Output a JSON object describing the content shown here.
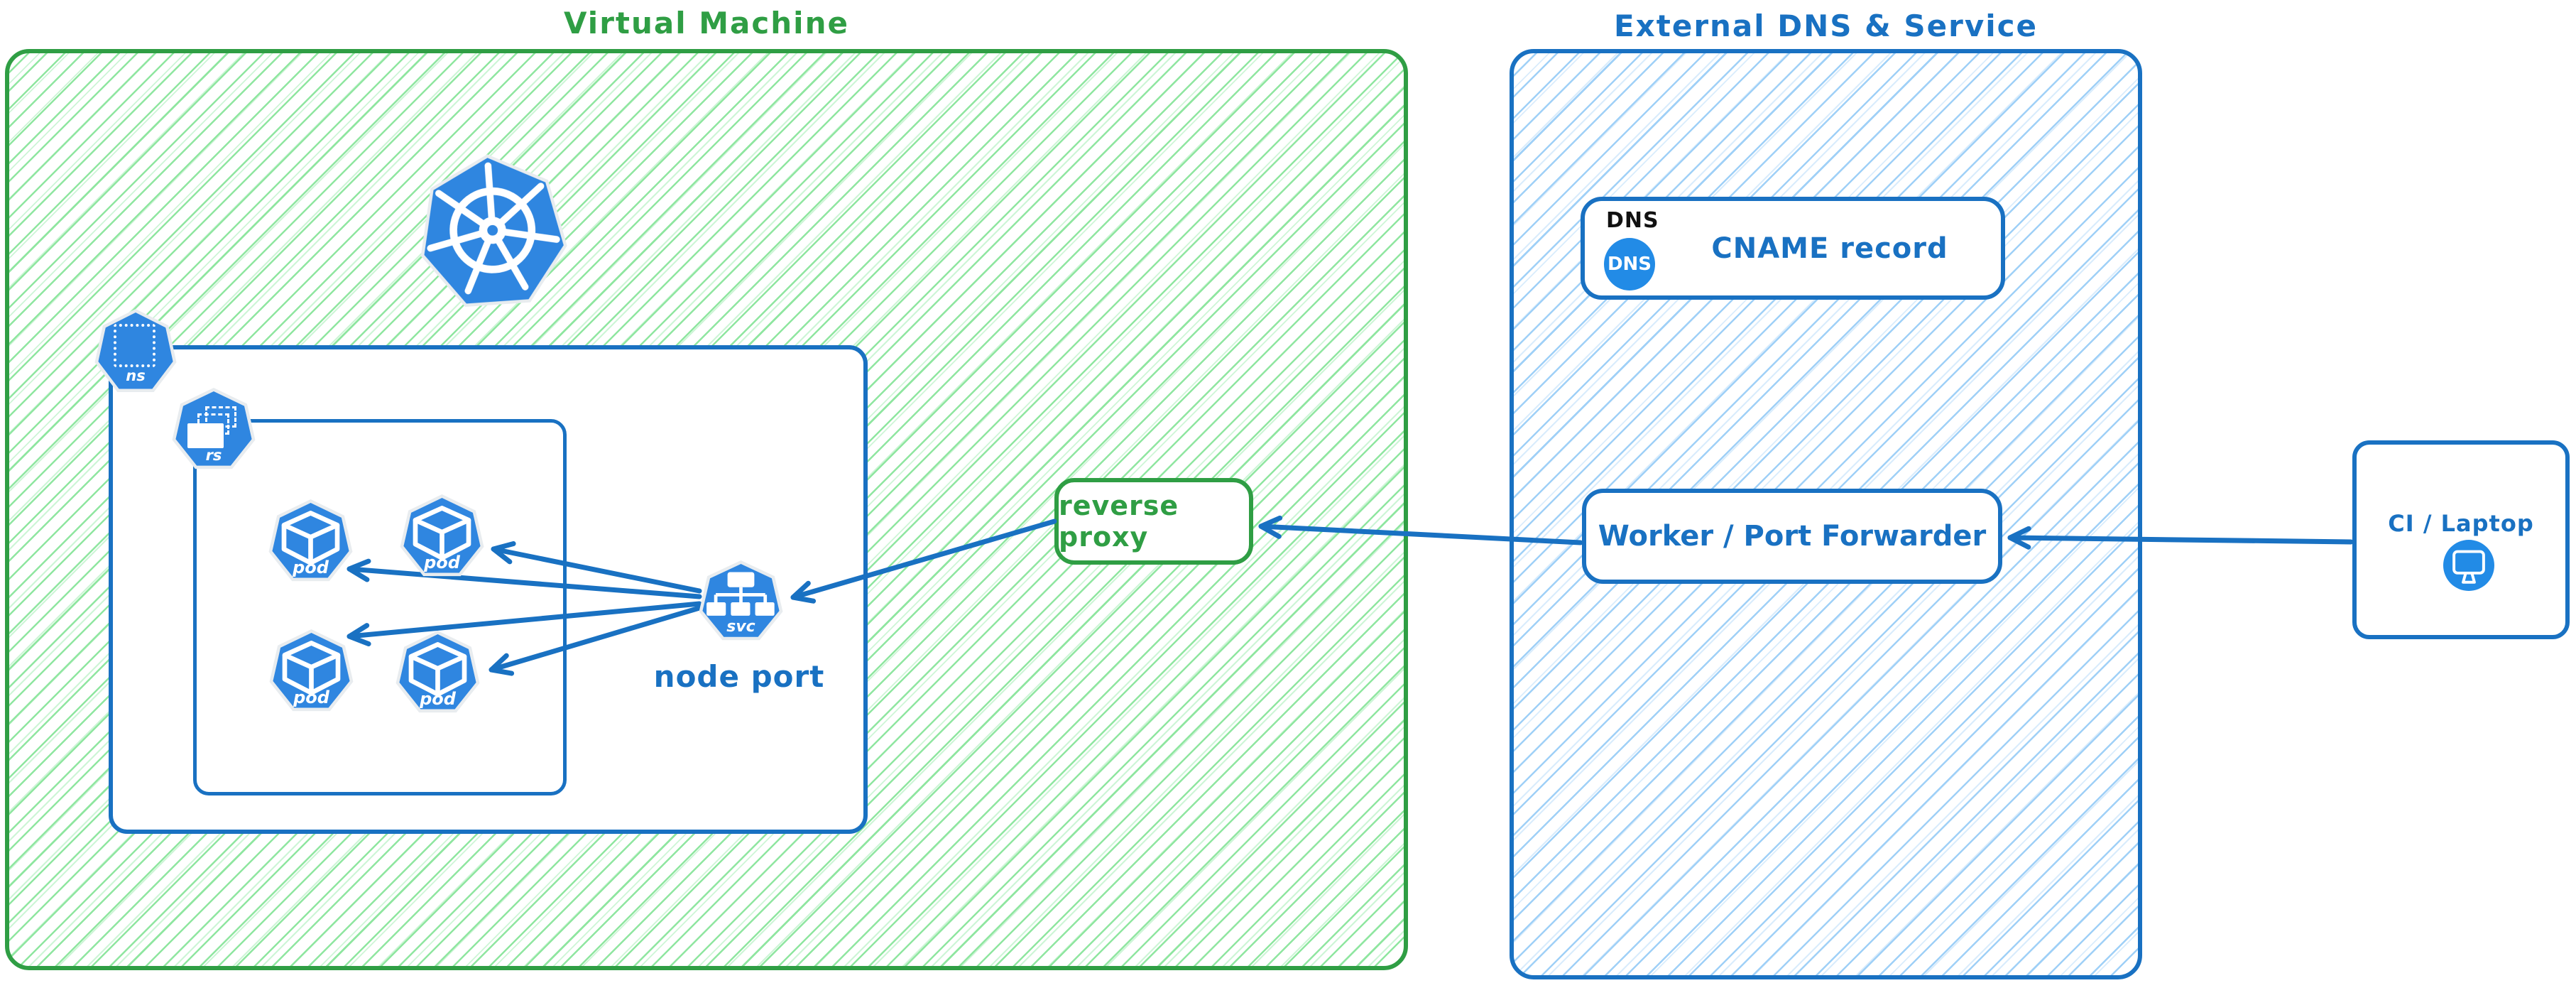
{
  "colors": {
    "green": "#2f9e44",
    "green_hatch": "#8fe6a0",
    "blue": "#1971c2",
    "blue_hatch": "#9fd0f7",
    "icon_blue": "#2f86e0",
    "dns_blue": "#228be6",
    "ink": "#111111"
  },
  "virtual_machine": {
    "title": "Virtual Machine",
    "kubernetes_icon": "kubernetes-helm-wheel",
    "namespace": {
      "badge": "ns",
      "icon": "dotted-square"
    },
    "replicaset": {
      "badge": "rs",
      "icon": "stacked-rectangles"
    },
    "pods": [
      {
        "label": "pod",
        "icon": "cube"
      },
      {
        "label": "pod",
        "icon": "cube"
      },
      {
        "label": "pod",
        "icon": "cube"
      },
      {
        "label": "pod",
        "icon": "cube"
      }
    ],
    "service": {
      "badge": "svc",
      "icon": "service-tree",
      "caption": "node port"
    },
    "reverse_proxy": {
      "label": "reverse proxy"
    }
  },
  "external": {
    "title": "External DNS & Service",
    "dns_record": {
      "tag": "DNS",
      "icon_text": "DNS",
      "label": "CNAME record"
    },
    "worker": {
      "label": "Worker / Port Forwarder"
    }
  },
  "client": {
    "label": "CI / Laptop",
    "icon": "monitor"
  }
}
